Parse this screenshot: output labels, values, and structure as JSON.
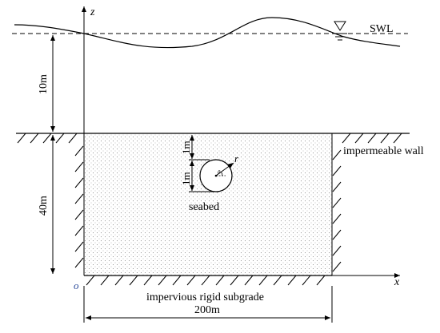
{
  "labels": {
    "z_axis": "z",
    "x_axis": "x",
    "origin": "o",
    "swl": "SWL",
    "water_depth": "10m",
    "seabed_depth": "40m",
    "cover_top": "1m",
    "cover_side": "1m",
    "radius": "r",
    "angle": "θ",
    "seabed": "seabed",
    "impermeable_wall": "impermeable wall",
    "subgrade": "impervious rigid subgrade",
    "width": "200m"
  }
}
